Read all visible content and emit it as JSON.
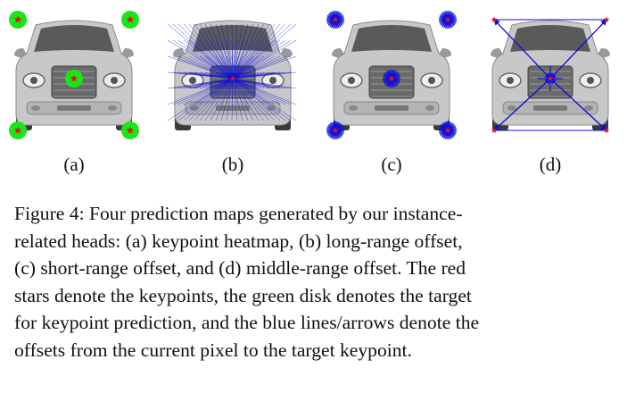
{
  "panels": [
    {
      "label": "(a)",
      "kind": "heatmap"
    },
    {
      "label": "(b)",
      "kind": "long-range"
    },
    {
      "label": "(c)",
      "kind": "short-range"
    },
    {
      "label": "(d)",
      "kind": "middle-range"
    }
  ],
  "caption": {
    "lines": [
      "Figure 4: Four prediction maps generated by our instance-",
      "related heads: (a) keypoint heatmap, (b) long-range offset,",
      "(c) short-range offset, and (d) middle-range offset. The red",
      "stars denote the keypoints, the green disk denotes the target",
      "for keypoint prediction, and the blue lines/arrows denote the",
      "offsets from the current pixel to the target keypoint."
    ]
  },
  "colors": {
    "keypoint": "#e8101f",
    "target_disk": "#19e619",
    "offset": "#1010d8",
    "car_body": "#c8c8c8",
    "car_dark": "#5a5a5a"
  }
}
